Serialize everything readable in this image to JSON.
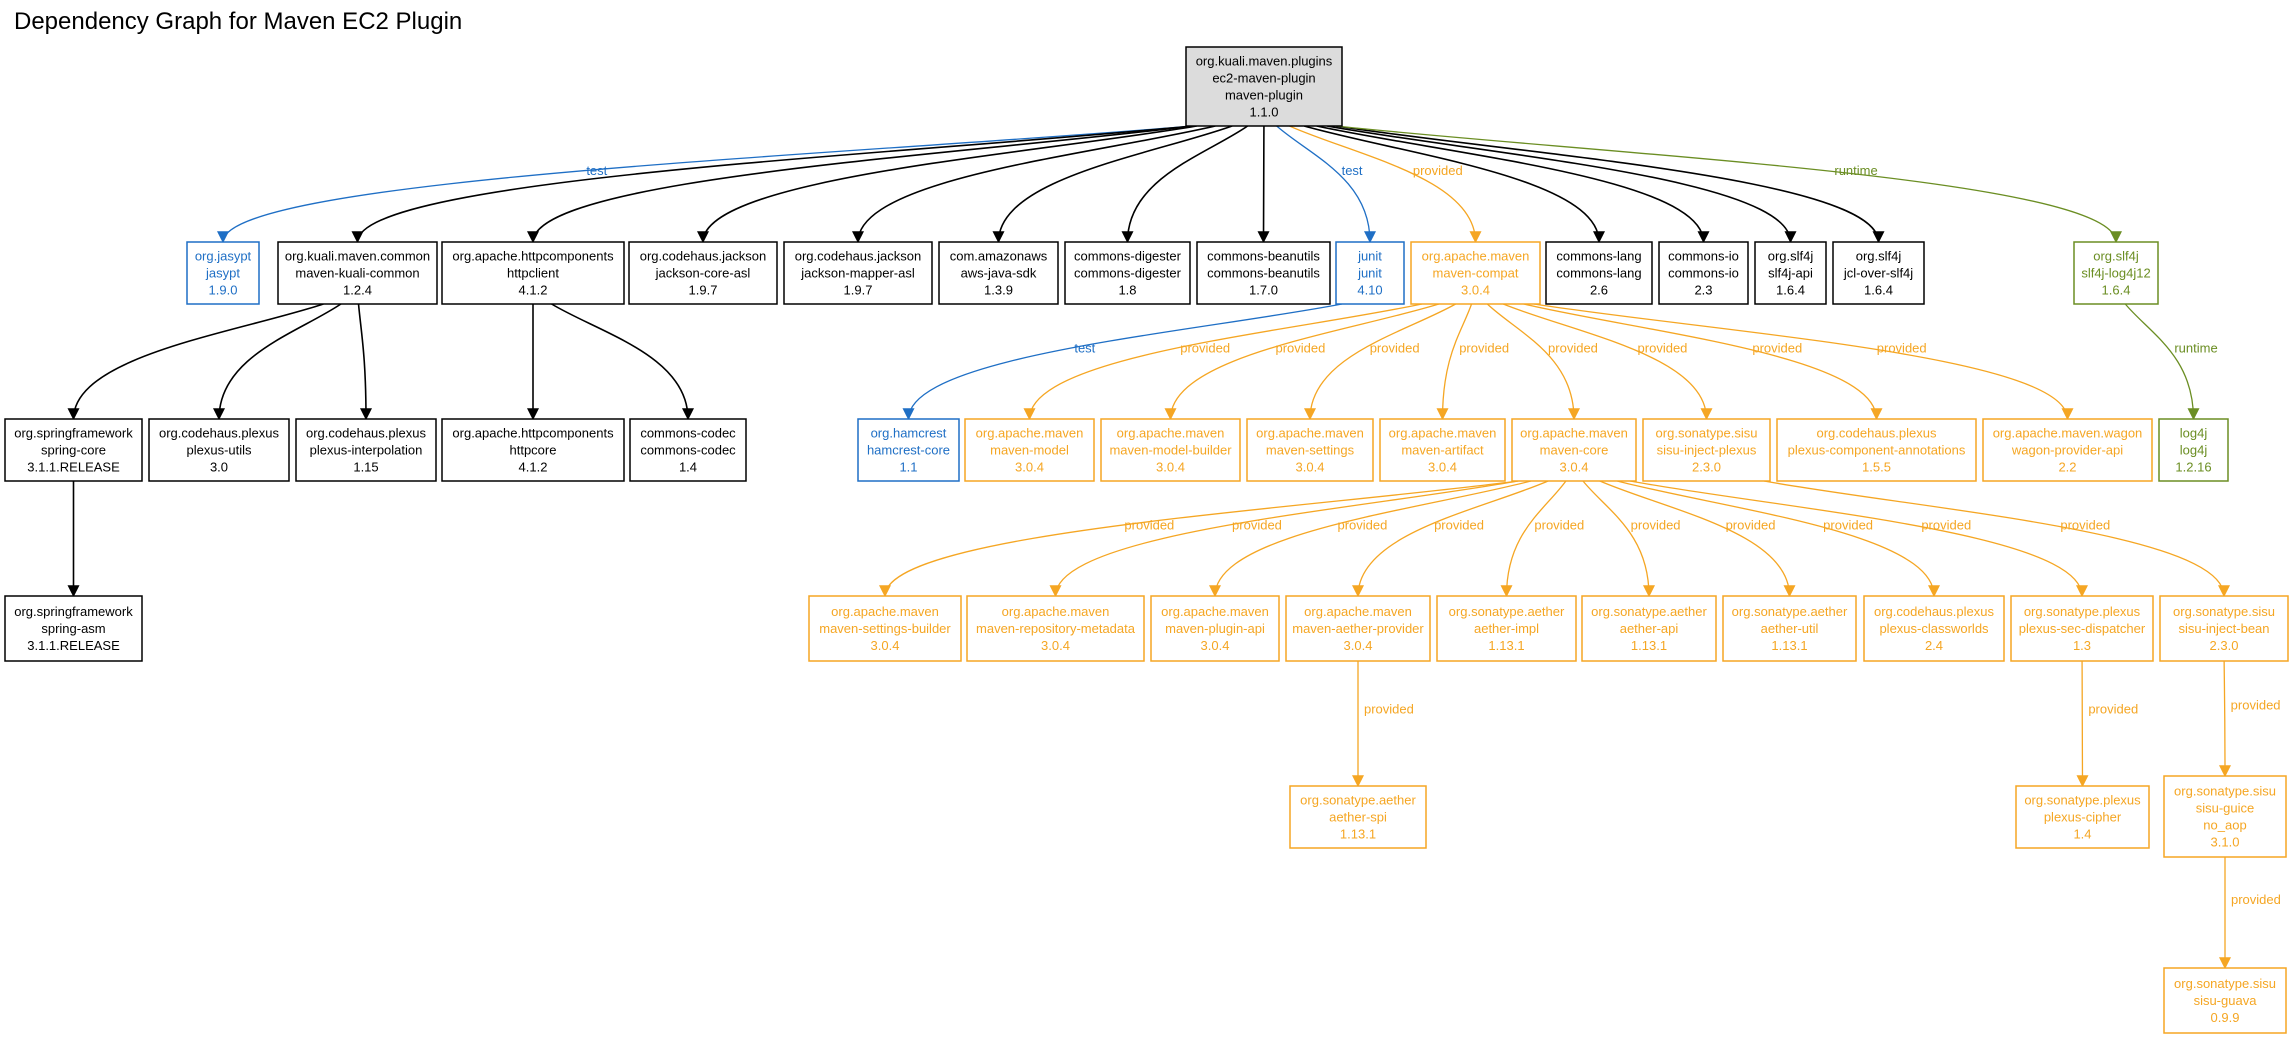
{
  "title": "Dependency Graph for Maven EC2 Plugin",
  "colors": {
    "compile": "#000000",
    "test": "#1f6fc5",
    "provided": "#f5a623",
    "runtime": "#6b8e23",
    "root_fill": "#dcdcdc"
  },
  "nodes": [
    {
      "id": "root",
      "scope": "compile",
      "lines": [
        "org.kuali.maven.plugins",
        "ec2-maven-plugin",
        "maven-plugin",
        "1.1.0"
      ]
    },
    {
      "id": "jasypt",
      "scope": "test",
      "lines": [
        "org.jasypt",
        "jasypt",
        "1.9.0"
      ]
    },
    {
      "id": "kuali_common",
      "scope": "compile",
      "lines": [
        "org.kuali.maven.common",
        "maven-kuali-common",
        "1.2.4"
      ]
    },
    {
      "id": "httpclient",
      "scope": "compile",
      "lines": [
        "org.apache.httpcomponents",
        "httpclient",
        "4.1.2"
      ]
    },
    {
      "id": "jackson_core",
      "scope": "compile",
      "lines": [
        "org.codehaus.jackson",
        "jackson-core-asl",
        "1.9.7"
      ]
    },
    {
      "id": "jackson_mapper",
      "scope": "compile",
      "lines": [
        "org.codehaus.jackson",
        "jackson-mapper-asl",
        "1.9.7"
      ]
    },
    {
      "id": "aws",
      "scope": "compile",
      "lines": [
        "com.amazonaws",
        "aws-java-sdk",
        "1.3.9"
      ]
    },
    {
      "id": "digester",
      "scope": "compile",
      "lines": [
        "commons-digester",
        "commons-digester",
        "1.8"
      ]
    },
    {
      "id": "beanutils",
      "scope": "compile",
      "lines": [
        "commons-beanutils",
        "commons-beanutils",
        "1.7.0"
      ]
    },
    {
      "id": "junit",
      "scope": "test",
      "lines": [
        "junit",
        "junit",
        "4.10"
      ]
    },
    {
      "id": "compat",
      "scope": "provided",
      "lines": [
        "org.apache.maven",
        "maven-compat",
        "3.0.4"
      ]
    },
    {
      "id": "lang",
      "scope": "compile",
      "lines": [
        "commons-lang",
        "commons-lang",
        "2.6"
      ]
    },
    {
      "id": "io",
      "scope": "compile",
      "lines": [
        "commons-io",
        "commons-io",
        "2.3"
      ]
    },
    {
      "id": "slf4j_api",
      "scope": "compile",
      "lines": [
        "org.slf4j",
        "slf4j-api",
        "1.6.4"
      ]
    },
    {
      "id": "jcl",
      "scope": "compile",
      "lines": [
        "org.slf4j",
        "jcl-over-slf4j",
        "1.6.4"
      ]
    },
    {
      "id": "slf4j_log4j",
      "scope": "runtime",
      "lines": [
        "org.slf4j",
        "slf4j-log4j12",
        "1.6.4"
      ]
    },
    {
      "id": "spring_core",
      "scope": "compile",
      "lines": [
        "org.springframework",
        "spring-core",
        "3.1.1.RELEASE"
      ]
    },
    {
      "id": "plexus_utils",
      "scope": "compile",
      "lines": [
        "org.codehaus.plexus",
        "plexus-utils",
        "3.0"
      ]
    },
    {
      "id": "plexus_interp",
      "scope": "compile",
      "lines": [
        "org.codehaus.plexus",
        "plexus-interpolation",
        "1.15"
      ]
    },
    {
      "id": "httpcore",
      "scope": "compile",
      "lines": [
        "org.apache.httpcomponents",
        "httpcore",
        "4.1.2"
      ]
    },
    {
      "id": "codec",
      "scope": "compile",
      "lines": [
        "commons-codec",
        "commons-codec",
        "1.4"
      ]
    },
    {
      "id": "hamcrest",
      "scope": "test",
      "lines": [
        "org.hamcrest",
        "hamcrest-core",
        "1.1"
      ]
    },
    {
      "id": "maven_model",
      "scope": "provided",
      "lines": [
        "org.apache.maven",
        "maven-model",
        "3.0.4"
      ]
    },
    {
      "id": "model_builder",
      "scope": "provided",
      "lines": [
        "org.apache.maven",
        "maven-model-builder",
        "3.0.4"
      ]
    },
    {
      "id": "maven_settings",
      "scope": "provided",
      "lines": [
        "org.apache.maven",
        "maven-settings",
        "3.0.4"
      ]
    },
    {
      "id": "maven_artifact",
      "scope": "provided",
      "lines": [
        "org.apache.maven",
        "maven-artifact",
        "3.0.4"
      ]
    },
    {
      "id": "maven_core",
      "scope": "provided",
      "lines": [
        "org.apache.maven",
        "maven-core",
        "3.0.4"
      ]
    },
    {
      "id": "sisu_plexus",
      "scope": "provided",
      "lines": [
        "org.sonatype.sisu",
        "sisu-inject-plexus",
        "2.3.0"
      ]
    },
    {
      "id": "comp_annot",
      "scope": "provided",
      "lines": [
        "org.codehaus.plexus",
        "plexus-component-annotations",
        "1.5.5"
      ]
    },
    {
      "id": "wagon",
      "scope": "provided",
      "lines": [
        "org.apache.maven.wagon",
        "wagon-provider-api",
        "2.2"
      ]
    },
    {
      "id": "log4j",
      "scope": "runtime",
      "lines": [
        "log4j",
        "log4j",
        "1.2.16"
      ]
    },
    {
      "id": "spring_asm",
      "scope": "compile",
      "lines": [
        "org.springframework",
        "spring-asm",
        "3.1.1.RELEASE"
      ]
    },
    {
      "id": "settings_builder",
      "scope": "provided",
      "lines": [
        "org.apache.maven",
        "maven-settings-builder",
        "3.0.4"
      ]
    },
    {
      "id": "repo_meta",
      "scope": "provided",
      "lines": [
        "org.apache.maven",
        "maven-repository-metadata",
        "3.0.4"
      ]
    },
    {
      "id": "plugin_api",
      "scope": "provided",
      "lines": [
        "org.apache.maven",
        "maven-plugin-api",
        "3.0.4"
      ]
    },
    {
      "id": "aether_provider",
      "scope": "provided",
      "lines": [
        "org.apache.maven",
        "maven-aether-provider",
        "3.0.4"
      ]
    },
    {
      "id": "aether_impl",
      "scope": "provided",
      "lines": [
        "org.sonatype.aether",
        "aether-impl",
        "1.13.1"
      ]
    },
    {
      "id": "aether_api",
      "scope": "provided",
      "lines": [
        "org.sonatype.aether",
        "aether-api",
        "1.13.1"
      ]
    },
    {
      "id": "aether_util",
      "scope": "provided",
      "lines": [
        "org.sonatype.aether",
        "aether-util",
        "1.13.1"
      ]
    },
    {
      "id": "classworlds",
      "scope": "provided",
      "lines": [
        "org.codehaus.plexus",
        "plexus-classworlds",
        "2.4"
      ]
    },
    {
      "id": "sec_disp",
      "scope": "provided",
      "lines": [
        "org.sonatype.plexus",
        "plexus-sec-dispatcher",
        "1.3"
      ]
    },
    {
      "id": "sisu_bean",
      "scope": "provided",
      "lines": [
        "org.sonatype.sisu",
        "sisu-inject-bean",
        "2.3.0"
      ]
    },
    {
      "id": "aether_spi",
      "scope": "provided",
      "lines": [
        "org.sonatype.aether",
        "aether-spi",
        "1.13.1"
      ]
    },
    {
      "id": "cipher",
      "scope": "provided",
      "lines": [
        "org.sonatype.plexus",
        "plexus-cipher",
        "1.4"
      ]
    },
    {
      "id": "sisu_guice",
      "scope": "provided",
      "lines": [
        "org.sonatype.sisu",
        "sisu-guice",
        "no_aop",
        "3.1.0"
      ]
    },
    {
      "id": "sisu_guava",
      "scope": "provided",
      "lines": [
        "org.sonatype.sisu",
        "sisu-guava",
        "0.9.9"
      ]
    }
  ],
  "edges": [
    {
      "from": "root",
      "to": "jasypt",
      "scope": "test",
      "label": "test"
    },
    {
      "from": "root",
      "to": "kuali_common",
      "scope": "compile",
      "label": ""
    },
    {
      "from": "root",
      "to": "httpclient",
      "scope": "compile",
      "label": ""
    },
    {
      "from": "root",
      "to": "jackson_core",
      "scope": "compile",
      "label": ""
    },
    {
      "from": "root",
      "to": "jackson_mapper",
      "scope": "compile",
      "label": ""
    },
    {
      "from": "root",
      "to": "aws",
      "scope": "compile",
      "label": ""
    },
    {
      "from": "root",
      "to": "digester",
      "scope": "compile",
      "label": ""
    },
    {
      "from": "root",
      "to": "beanutils",
      "scope": "compile",
      "label": ""
    },
    {
      "from": "root",
      "to": "junit",
      "scope": "test",
      "label": "test"
    },
    {
      "from": "root",
      "to": "compat",
      "scope": "provided",
      "label": "provided"
    },
    {
      "from": "root",
      "to": "lang",
      "scope": "compile",
      "label": ""
    },
    {
      "from": "root",
      "to": "io",
      "scope": "compile",
      "label": ""
    },
    {
      "from": "root",
      "to": "slf4j_api",
      "scope": "compile",
      "label": ""
    },
    {
      "from": "root",
      "to": "jcl",
      "scope": "compile",
      "label": ""
    },
    {
      "from": "root",
      "to": "slf4j_log4j",
      "scope": "runtime",
      "label": "runtime"
    },
    {
      "from": "kuali_common",
      "to": "spring_core",
      "scope": "compile",
      "label": ""
    },
    {
      "from": "kuali_common",
      "to": "plexus_utils",
      "scope": "compile",
      "label": ""
    },
    {
      "from": "kuali_common",
      "to": "plexus_interp",
      "scope": "compile",
      "label": ""
    },
    {
      "from": "httpclient",
      "to": "httpcore",
      "scope": "compile",
      "label": ""
    },
    {
      "from": "httpclient",
      "to": "codec",
      "scope": "compile",
      "label": ""
    },
    {
      "from": "junit",
      "to": "hamcrest",
      "scope": "test",
      "label": "test"
    },
    {
      "from": "compat",
      "to": "maven_model",
      "scope": "provided",
      "label": "provided"
    },
    {
      "from": "compat",
      "to": "model_builder",
      "scope": "provided",
      "label": "provided"
    },
    {
      "from": "compat",
      "to": "maven_settings",
      "scope": "provided",
      "label": "provided"
    },
    {
      "from": "compat",
      "to": "maven_artifact",
      "scope": "provided",
      "label": "provided"
    },
    {
      "from": "compat",
      "to": "maven_core",
      "scope": "provided",
      "label": "provided"
    },
    {
      "from": "compat",
      "to": "sisu_plexus",
      "scope": "provided",
      "label": "provided"
    },
    {
      "from": "compat",
      "to": "comp_annot",
      "scope": "provided",
      "label": "provided"
    },
    {
      "from": "compat",
      "to": "wagon",
      "scope": "provided",
      "label": "provided"
    },
    {
      "from": "slf4j_log4j",
      "to": "log4j",
      "scope": "runtime",
      "label": "runtime"
    },
    {
      "from": "spring_core",
      "to": "spring_asm",
      "scope": "compile",
      "label": ""
    },
    {
      "from": "maven_core",
      "to": "settings_builder",
      "scope": "provided",
      "label": "provided"
    },
    {
      "from": "maven_core",
      "to": "repo_meta",
      "scope": "provided",
      "label": "provided"
    },
    {
      "from": "maven_core",
      "to": "plugin_api",
      "scope": "provided",
      "label": "provided"
    },
    {
      "from": "maven_core",
      "to": "aether_provider",
      "scope": "provided",
      "label": "provided"
    },
    {
      "from": "maven_core",
      "to": "aether_impl",
      "scope": "provided",
      "label": "provided"
    },
    {
      "from": "maven_core",
      "to": "aether_api",
      "scope": "provided",
      "label": "provided"
    },
    {
      "from": "maven_core",
      "to": "aether_util",
      "scope": "provided",
      "label": "provided"
    },
    {
      "from": "maven_core",
      "to": "classworlds",
      "scope": "provided",
      "label": "provided"
    },
    {
      "from": "maven_core",
      "to": "sec_disp",
      "scope": "provided",
      "label": "provided"
    },
    {
      "from": "sisu_plexus",
      "to": "sisu_bean",
      "scope": "provided",
      "label": "provided"
    },
    {
      "from": "aether_provider",
      "to": "aether_spi",
      "scope": "provided",
      "label": "provided"
    },
    {
      "from": "sec_disp",
      "to": "cipher",
      "scope": "provided",
      "label": "provided"
    },
    {
      "from": "sisu_bean",
      "to": "sisu_guice",
      "scope": "provided",
      "label": "provided"
    },
    {
      "from": "sisu_guice",
      "to": "sisu_guava",
      "scope": "provided",
      "label": "provided"
    }
  ]
}
